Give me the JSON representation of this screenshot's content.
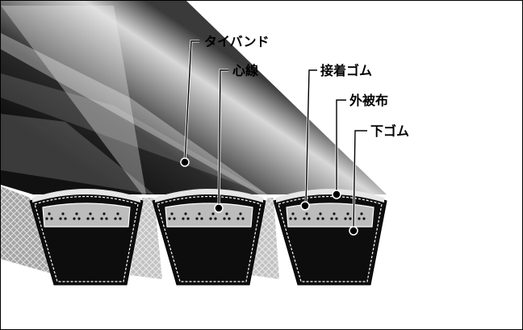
{
  "diagram": {
    "labels": {
      "tie_band": "タイバンド",
      "core_wire": "心線",
      "adhesive_rubber": "接着ゴム",
      "outer_cover": "外被布",
      "lower_rubber": "下ゴム"
    },
    "colors": {
      "belt_dark": "#1a1a1a",
      "belt_highlight": "#e8e8e8",
      "cross_section_black": "#0d0d0d",
      "cord_layer_gray": "#bcbcbc",
      "line_color": "#000000"
    }
  }
}
